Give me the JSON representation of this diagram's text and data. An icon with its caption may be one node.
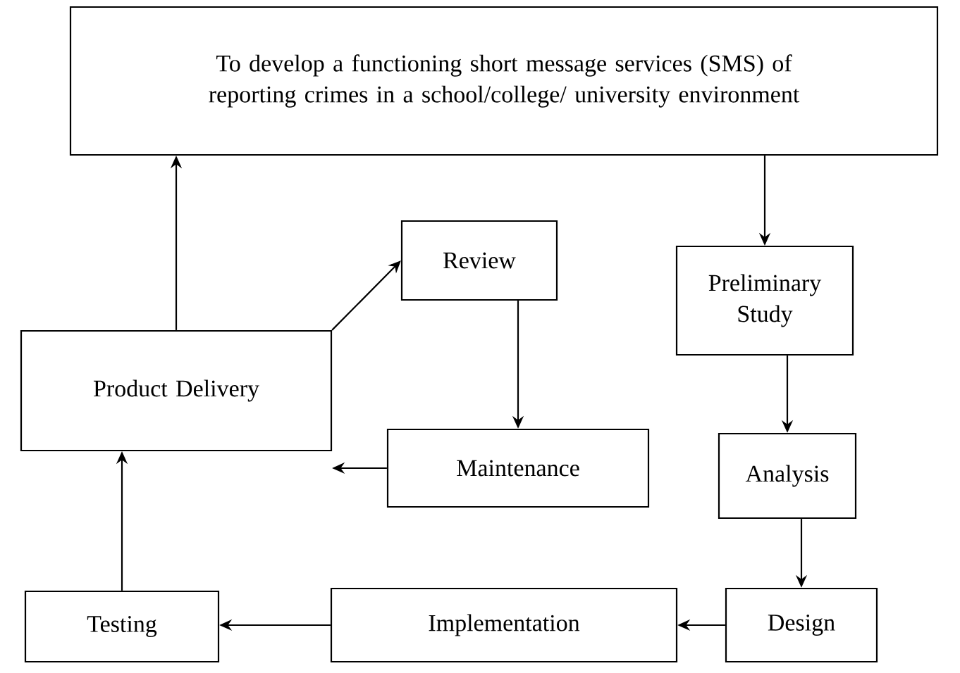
{
  "diagram": {
    "nodes": [
      {
        "text": [
          "To develop a functioning short message services (SMS) of reporting crimes in a school/college/ university environment"
        ]
      },
      {
        "text": [
          "Preliminary Study"
        ]
      },
      {
        "text": [
          "Analysis"
        ]
      },
      {
        "text": [
          "Design"
        ]
      },
      {
        "text": [
          "Implementation"
        ]
      },
      {
        "text": [
          "Testing"
        ]
      },
      {
        "text": [
          "Product Delivery"
        ]
      },
      {
        "text": [
          "Review"
        ]
      },
      {
        "text": [
          "Maintenance"
        ]
      }
    ],
    "edges": [
      {
        "from": 0,
        "to": 1,
        "arrow": "to"
      },
      {
        "from": 1,
        "to": 2,
        "arrow": "to"
      },
      {
        "from": 2,
        "to": 3,
        "arrow": "to"
      },
      {
        "from": 3,
        "to": 4,
        "arrow": "to"
      },
      {
        "from": 4,
        "to": 5,
        "arrow": "to"
      },
      {
        "from": 5,
        "to": 6,
        "arrow": "to"
      },
      {
        "from": 6,
        "to": 0,
        "arrow": "to"
      },
      {
        "from": 6,
        "to": 7,
        "arrow": "to"
      },
      {
        "from": 7,
        "to": 8,
        "arrow": "to"
      },
      {
        "from": 8,
        "to": 6,
        "arrow": "to"
      }
    ]
  }
}
